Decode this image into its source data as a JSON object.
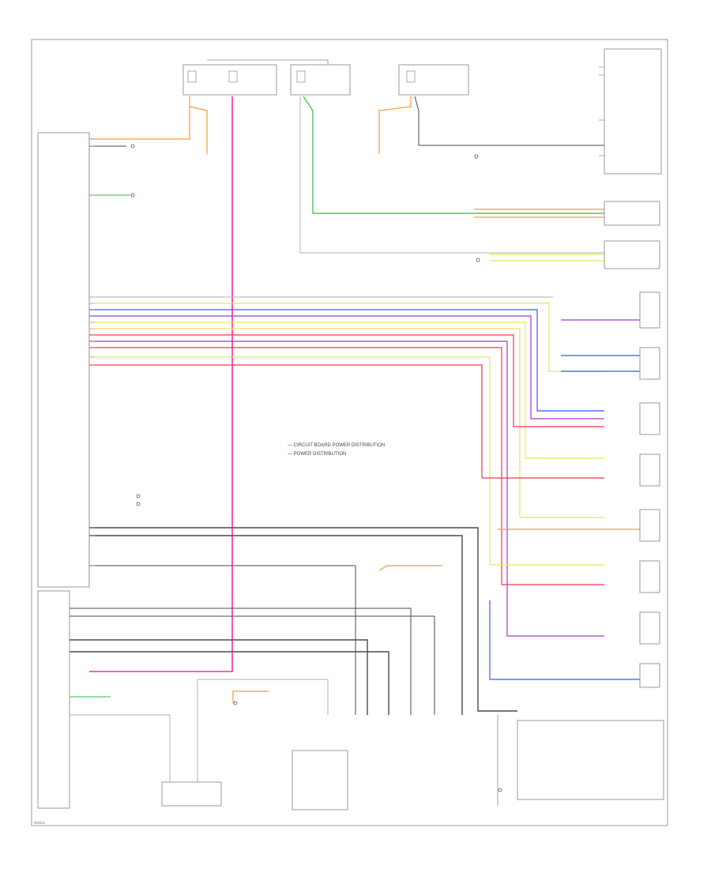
{
  "colors": {
    "frame": "#8c8c8c",
    "black": "#4a4a4a",
    "gray": "#b0b0b0",
    "pink": "#ff2aa0",
    "red": "#ff3050",
    "orange": "#f59a3a",
    "yellow": "#ece25a",
    "green": "#2fbf3a",
    "blue": "#3a56ff",
    "purple": "#a03ad0",
    "brown": "#9b6b3a",
    "tan": "#e7b67a"
  },
  "legend": {
    "line1": "— CIRCUIT BOARD POWER DISTRIBUTION",
    "line2": "— POWER DISTRIBUTION"
  },
  "page_ref": "W6011"
}
